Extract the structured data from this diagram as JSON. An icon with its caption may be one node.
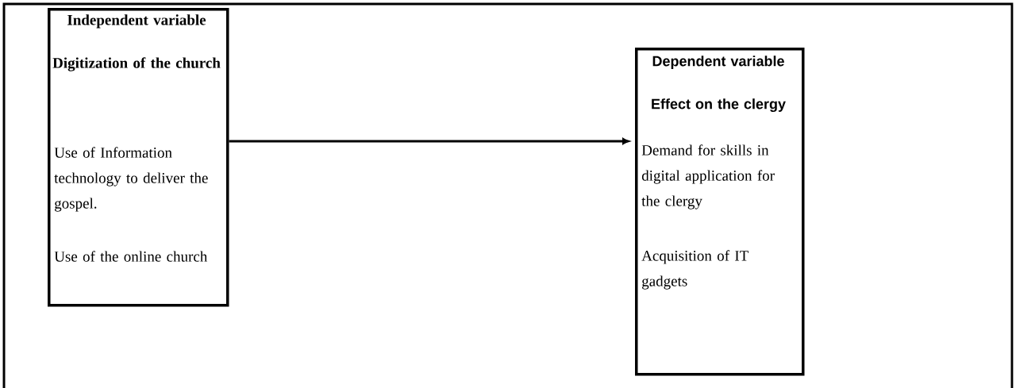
{
  "diagram": {
    "nodes": [
      {
        "text": [
          "Independent variable",
          "Digitization of the church",
          "Use of Information technology to deliver the gospel.",
          "Use of the online church"
        ]
      },
      {
        "text": [
          "Dependent variable",
          "Effect on the clergy",
          "Demand for skills in digital application for the clergy",
          "Acquisition of IT gadgets"
        ]
      }
    ],
    "edges": [
      {
        "from": 0,
        "to": 1,
        "arrow": "to"
      }
    ]
  }
}
